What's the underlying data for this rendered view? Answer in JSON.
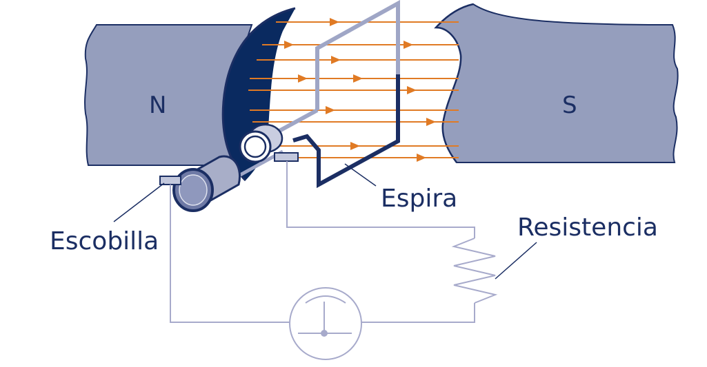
{
  "labels": {
    "north_pole": "N",
    "south_pole": "S",
    "loop": "Espira",
    "brush": "Escobilla",
    "resistor": "Resistencia"
  },
  "colors": {
    "magnet": "#959ebd",
    "magnet_outline": "#1b2e63",
    "pole_face_dark": "#0a2a60",
    "field_line": "#e07a24",
    "loop_light": "#9fa6c6",
    "loop_dark": "#1b2e63",
    "wire": "#a7aacb",
    "text": "#1b2e63"
  },
  "icons": {
    "meter": "galvanometer-icon",
    "resistor": "zigzag-resistor-icon"
  }
}
